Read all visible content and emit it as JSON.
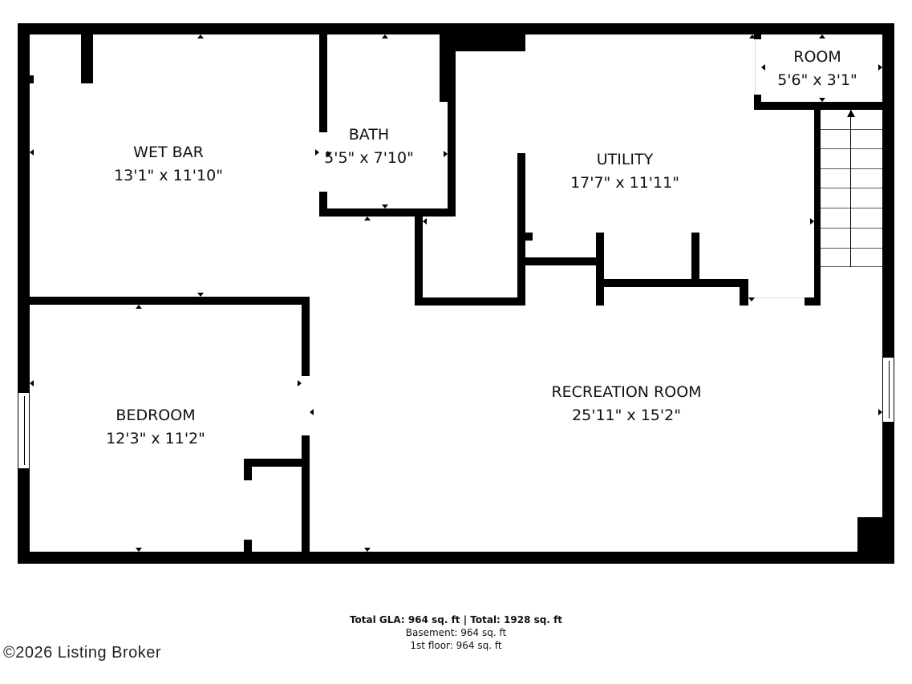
{
  "floorplan": {
    "rooms": [
      {
        "name": "WET BAR",
        "dimensions": "13'1\" x 11'10\""
      },
      {
        "name": "BATH",
        "dimensions": "5'5\" x 7'10\""
      },
      {
        "name": "UTILITY",
        "dimensions": "17'7\" x 11'11\""
      },
      {
        "name": "ROOM",
        "dimensions": "5'6\" x 3'1\""
      },
      {
        "name": "BEDROOM",
        "dimensions": "12'3\" x 11'2\""
      },
      {
        "name": "RECREATION ROOM",
        "dimensions": "25'11\" x 15'2\""
      }
    ],
    "features": [
      "stairs",
      "windows",
      "doors"
    ],
    "colors": {
      "walls": "#000000",
      "background": "#ffffff"
    }
  },
  "summary": {
    "totals_line": "Total GLA: 964 sq. ft | Total: 1928 sq. ft",
    "basement_line": "Basement: 964 sq. ft",
    "first_floor_line": "1st floor: 964 sq. ft"
  },
  "copyright": "©2026 Listing Broker"
}
